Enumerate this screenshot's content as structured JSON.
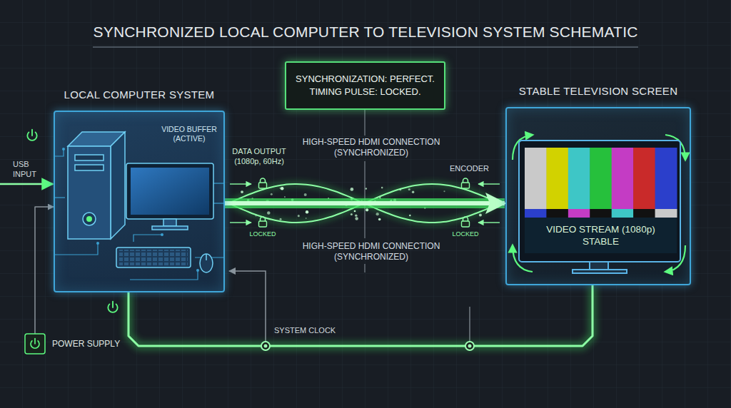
{
  "diagram": {
    "title": "SYNCHRONIZED LOCAL COMPUTER TO TELEVISION SYSTEM SCHEMATIC",
    "nodes": [
      {
        "text": [
          "LOCAL COMPUTER SYSTEM",
          "VIDEO BUFFER (ACTIVE)"
        ]
      },
      {
        "text": [
          "SYNCHRONIZATION: PERFECT.",
          "TIMING PULSE: LOCKED."
        ]
      },
      {
        "text": [
          "STABLE TELEVISION SCREEN"
        ]
      },
      {
        "text": [
          "VIDEO STREAM (1080p) STABLE"
        ],
        "in": 2
      },
      {
        "text": [
          "POWER SUPPLY"
        ]
      }
    ],
    "edges": [
      {
        "from": 0,
        "to": 2,
        "arrow": "to"
      },
      {
        "from": 4,
        "to": 0,
        "arrow": "to"
      },
      {
        "from": 0,
        "to": 2,
        "arrow": "none"
      }
    ],
    "labels": [
      "USB INPUT",
      "DATA OUTPUT (1080p, 60Hz)",
      "HIGH-SPEED HDMI CONNECTION (SYNCHRONIZED)",
      "ENCODER",
      "LOCKED",
      "LOCKED",
      "HIGH-SPEED HDMI CONNECTION (SYNCHRONIZED)",
      "SYSTEM CLOCK"
    ]
  }
}
